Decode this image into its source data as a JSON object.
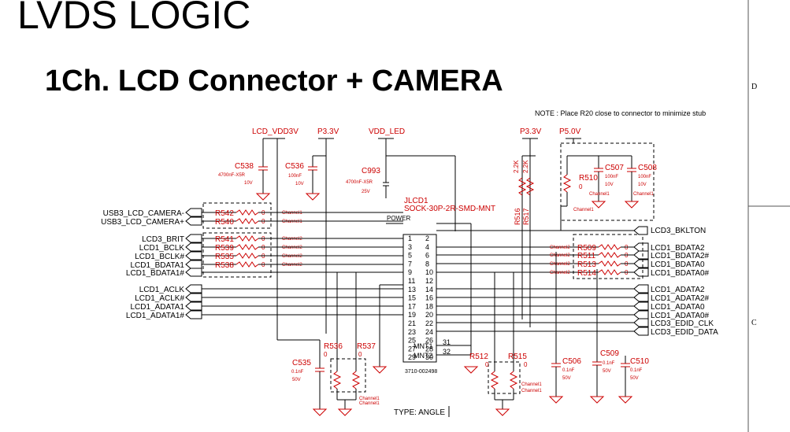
{
  "sheet": {
    "title": "LVDS LOGIC",
    "subtitle": "1Ch. LCD Connector + CAMERA",
    "note": "NOTE : Place R20 close to connector to minimize stub",
    "type_label": "TYPE: ANGLE",
    "zone_d": "D",
    "zone_c": "C"
  },
  "colors": {
    "wire": "#000000",
    "part": "#cc0000",
    "frame": "#777777"
  },
  "power": {
    "lcd_vdd3v": "LCD_VDD3V",
    "p33v_a": "P3.3V",
    "vdd_led": "VDD_LED",
    "p33v_b": "P3.3V",
    "p50v": "P5.0V"
  },
  "caps": {
    "c538": {
      "ref": "C538",
      "val": "4700nF-X5R",
      "volt": "10V"
    },
    "c536": {
      "ref": "C536",
      "val": "100nF",
      "volt": "10V"
    },
    "c993": {
      "ref": "C993",
      "val": "4700nF-X5R",
      "volt": "25V"
    },
    "c507": {
      "ref": "C507",
      "val": "100nF",
      "volt": "10V",
      "ch": "Channel1"
    },
    "c508": {
      "ref": "C508",
      "val": "100nF",
      "volt": "10V",
      "ch": "Channel1"
    },
    "c535": {
      "ref": "C535",
      "val": "0.1nF",
      "volt": "50V"
    },
    "c506": {
      "ref": "C506",
      "val": "0.1nF",
      "volt": "50V"
    },
    "c509": {
      "ref": "C509",
      "val": "0.1nF",
      "volt": "50V"
    },
    "c510": {
      "ref": "C510",
      "val": "0.1nF",
      "volt": "50V"
    }
  },
  "resistors": {
    "r510": {
      "ref": "R510",
      "val": "0",
      "ch": "Channel1"
    },
    "r516": {
      "ref": "R516",
      "val": "2.2K"
    },
    "r517": {
      "ref": "R517",
      "val": "2.2K"
    },
    "r536": {
      "ref": "R536",
      "val": "0"
    },
    "r537": {
      "ref": "R537",
      "val": "0"
    },
    "r512": {
      "ref": "R512",
      "val": "0"
    },
    "r515": {
      "ref": "R515",
      "val": "0"
    }
  },
  "connector": {
    "ref": "JLCD1",
    "part": "SOCK-30P-2R-SMD-MNT",
    "power_label": "POWER",
    "mnt1": "MNT1",
    "mnt2": "MNT2",
    "pn": "3710-002498",
    "pin31": "31",
    "pin32": "32",
    "left_pins": [
      "1",
      "3",
      "5",
      "7",
      "9",
      "11",
      "13",
      "15",
      "17",
      "19",
      "21",
      "23",
      "25",
      "27",
      "29"
    ],
    "right_pins": [
      "2",
      "4",
      "6",
      "8",
      "10",
      "12",
      "14",
      "16",
      "18",
      "20",
      "22",
      "24",
      "26",
      "28",
      "30"
    ]
  },
  "left_rows": [
    {
      "net": "USB3_LCD_CAMERA-",
      "ref": "R542",
      "val": "0",
      "ch": "Channel1"
    },
    {
      "net": "USB3_LCD_CAMERA+",
      "ref": "R540",
      "val": "0",
      "ch": "Channel1"
    },
    {
      "net": "LCD3_BRIT",
      "ref": "R541",
      "val": "0",
      "ch": "Channel2"
    },
    {
      "net": "LCD1_BCLK",
      "ref": "R539",
      "val": "0",
      "ch": "Channel2"
    },
    {
      "net": "LCD1_BCLK#",
      "ref": "R535",
      "val": "0",
      "ch": "Channel2"
    },
    {
      "net": "LCD1_BDATA1",
      "ref": "R538",
      "val": "0",
      "ch": "Channel2"
    },
    {
      "net": "LCD1_BDATA1#",
      "ref": "",
      "val": "",
      "ch": ""
    }
  ],
  "left_nets_direct": [
    "LCD1_ACLK",
    "LCD1_ACLK#",
    "LCD1_ADATA1",
    "LCD1_ADATA1#"
  ],
  "right_rows": [
    {
      "net": "LCD1_BDATA2",
      "ref": "R509",
      "val": "0",
      "ch": "Channel2"
    },
    {
      "net": "LCD1_BDATA2#",
      "ref": "R511",
      "val": "0",
      "ch": "Channel2"
    },
    {
      "net": "LCD1_BDATA0",
      "ref": "R513",
      "val": "0",
      "ch": "Channel2"
    },
    {
      "net": "LCD1_BDATA0#",
      "ref": "R514",
      "val": "0",
      "ch": "Channel2"
    }
  ],
  "right_nets_direct": [
    "LCD1_ADATA2",
    "LCD1_ADATA2#",
    "LCD1_ADATA0",
    "LCD1_ADATA0#",
    "LCD3_EDID_CLK",
    "LCD3_EDID_DATA"
  ],
  "bklton": "LCD3_BKLTON",
  "bottom_channel_a": "Channel1",
  "bottom_channel_b": "Channel1"
}
